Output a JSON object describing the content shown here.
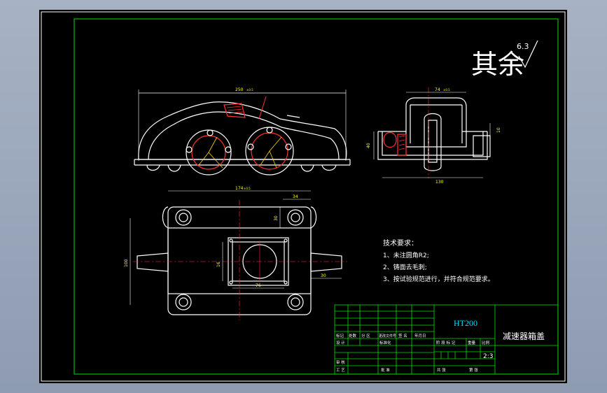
{
  "drawing": {
    "roughness": {
      "label": "其余",
      "value": "6.3"
    },
    "dims": {
      "side_width": "250",
      "side_tol": "±0.5",
      "end_width": "74",
      "end_tol": "±0.5",
      "end_height": "40",
      "end_flange": "10",
      "end_base": "130",
      "plan_width": "174",
      "plan_tol": "±0.5",
      "plan_height": "100",
      "plan_boss": "34",
      "plan_hole": "30",
      "plan_sq_w": "76",
      "plan_sq_h": "16",
      "plan_ear": "30"
    },
    "tech": {
      "title": "技术要求：",
      "lines": [
        "1、未注圆角R2;",
        "2、铸面去毛刺;",
        "3、按试验规范进行，并符合规范要求。"
      ]
    },
    "title_block": {
      "material": "HT200",
      "part_name": "减速器箱盖",
      "scale": "2:3",
      "row_labels": [
        "标记",
        "处数",
        "分 区",
        "更改文件号",
        "签 名",
        "年月日"
      ],
      "design": "设 计",
      "standard": "标准化",
      "stage": "阶 段 标 记",
      "weight": "重量",
      "scale_label": "比例",
      "review": "审 核",
      "process": "工 艺",
      "approve": "批 准",
      "total": "共 张",
      "sheet": "第 张"
    }
  }
}
